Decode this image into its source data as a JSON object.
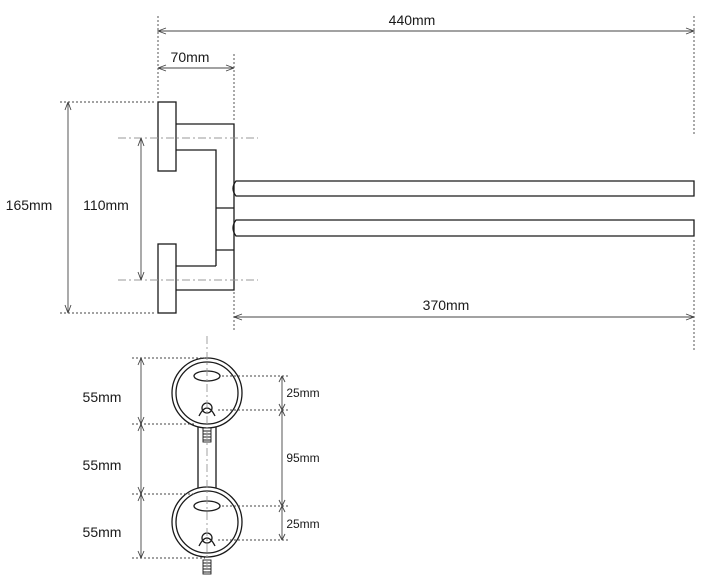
{
  "top_view": {
    "total_length": "440mm",
    "bracket_depth": "70mm",
    "height": "165mm",
    "rod_spacing": "110mm",
    "rod_length": "370mm"
  },
  "front_view": {
    "segment_top": "55mm",
    "segment_middle": "55mm",
    "segment_bottom": "55mm",
    "hole_top": "25mm",
    "hole_spacing": "95mm",
    "hole_bottom": "25mm"
  },
  "colors": {
    "line": "#1a1a1a",
    "dim": "#444444",
    "center": "#999999"
  }
}
